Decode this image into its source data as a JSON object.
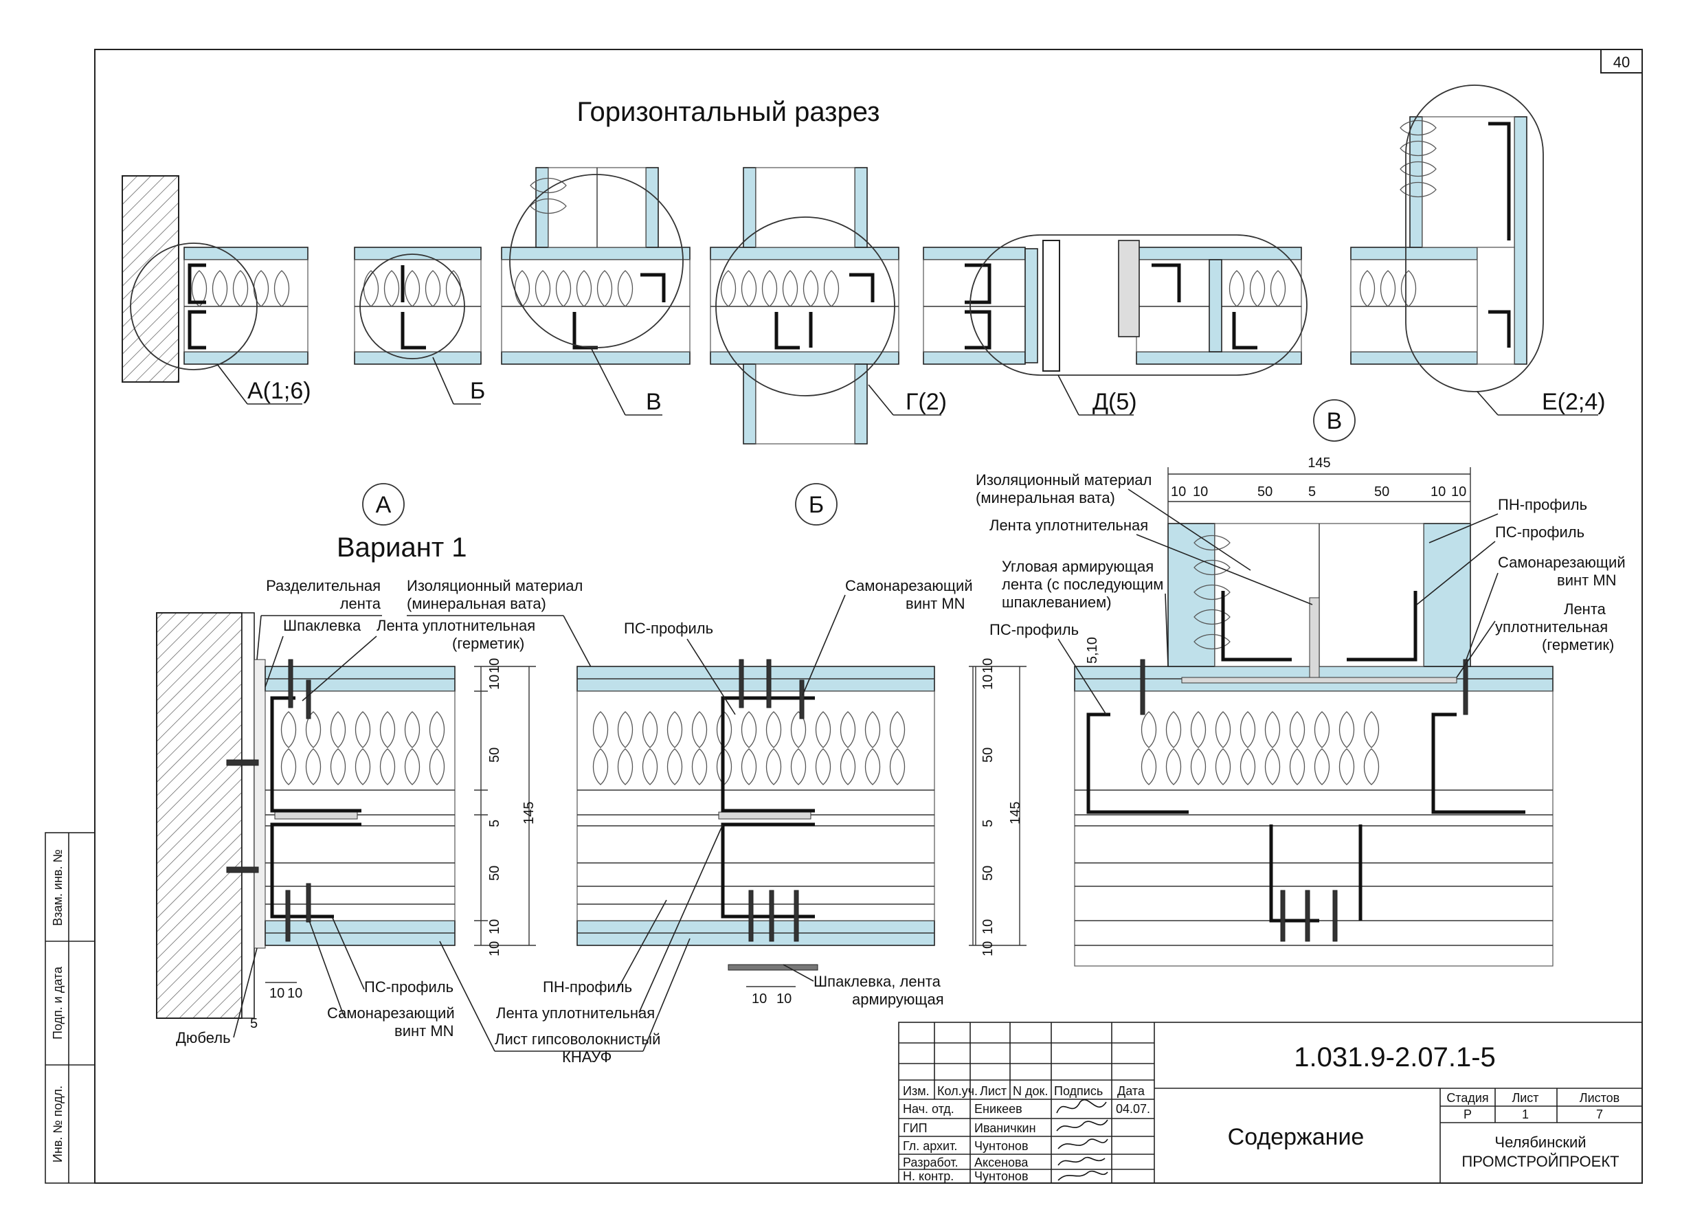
{
  "sheet_number": "40",
  "title": "Горизонтальный разрез",
  "variant_title": "Вариант 1",
  "top_nodes": [
    "А(1;6)",
    "Б",
    "В",
    "Г(2)",
    "Д(5)",
    "Е(2;4)"
  ],
  "detail_markers": {
    "a": "А",
    "b": "Б",
    "v": "В"
  },
  "labels": {
    "razdel_1": "Разделительная",
    "razdel_2": "лента",
    "shpakl": "Шпаклевка",
    "lenta_uplot_g1": "Лента уплотнительная",
    "lenta_uplot_g2": "(герметик)",
    "izol_1": "Изоляционный материал",
    "izol_2": "(минеральная вата)",
    "ps_prof_a": "ПС-профиль",
    "samonar_a1": "Самонарезающий",
    "samonar_a2": "винт MN",
    "dubel": "Дюбель",
    "list_gvl_1": "Лист гипсоволокнистый",
    "list_gvl_2": "КНАУФ",
    "pn_prof_b": "ПН-профиль",
    "lenta_uplot_b": "Лента уплотнительная",
    "ps_prof_b": "ПС-профиль",
    "samonar_b1": "Самонарезающий",
    "samonar_b2": "винт MN",
    "shpakl_lenta_1": "Шпаклевка, лента",
    "shpakl_lenta_2": "армирующая",
    "izol_v1": "Изоляционный материал",
    "izol_v2": "(минеральная вата)",
    "lenta_uplot_v": "Лента уплотнительная",
    "ugl_1": "Угловая армирующая",
    "ugl_2": "лента (с последующим",
    "ugl_3": "шпаклеванием)",
    "ps_prof_v": "ПС-профиль",
    "pn_prof_v": "ПН-профиль",
    "ps_prof_v2": "ПС-профиль",
    "samonar_v1": "Самонарезающий",
    "samonar_v2": "винт MN",
    "lenta_v1": "Лента",
    "lenta_v2": "уплотнительная",
    "lenta_v3": "(герметик)"
  },
  "dims": {
    "d10": "10",
    "d50": "50",
    "d5": "5",
    "d145": "145",
    "d510": "5,10",
    "top_row": [
      "10",
      "10",
      "50",
      "5",
      "50",
      "10",
      "10"
    ]
  },
  "side_stamp": [
    "Взам. инв. №",
    "Подп. и дата",
    "Инв. № подл."
  ],
  "stamp": {
    "code": "1.031.9-2.07.1-5",
    "headers": [
      "Изм.",
      "Кол.уч.",
      "Лист",
      "N док.",
      "Подпись",
      "Дата"
    ],
    "rows": [
      {
        "role": "Нач. отд.",
        "name": "Еникеев",
        "date": "04.07."
      },
      {
        "role": "ГИП",
        "name": "Иваничкин",
        "date": ""
      },
      {
        "role": "Гл. архит.",
        "name": "Чунтонов",
        "date": ""
      },
      {
        "role": "Разработ.",
        "name": "Аксенова",
        "date": ""
      },
      {
        "role": "Н. контр.",
        "name": "Чунтонов",
        "date": ""
      }
    ],
    "doc_title": "Содержание",
    "stage_headers": [
      "Стадия",
      "Лист",
      "Листов"
    ],
    "stage_values": [
      "Р",
      "1",
      "7"
    ],
    "org_1": "Челябинский",
    "org_2": "ПРОМСТРОЙПРОЕКТ"
  }
}
